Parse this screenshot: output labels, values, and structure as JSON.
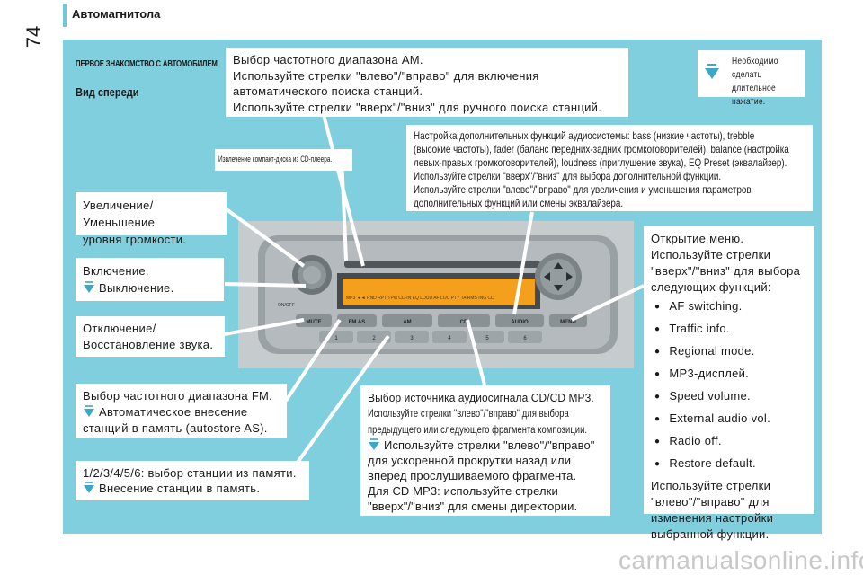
{
  "header": {
    "title": "Автомагнитола",
    "page_number": "74"
  },
  "section": {
    "title": "ПЕРВОЕ ЗНАКОМСТВО С АВТОМОБИЛЕМ",
    "subtitle": "Вид спереди"
  },
  "note": {
    "icon": "long-press-icon",
    "text": "Необходимо сделать длительное нажатие."
  },
  "callouts": {
    "am": [
      "Выбор частотного диапазона AM.",
      "Используйте стрелки \"влево\"/\"вправо\" для включения",
      "автоматического поиска станций.",
      "Используйте стрелки \"вверх\"/\"вниз\" для ручного поиска станций."
    ],
    "eject": "Извлечение компакт-диска из CD-плеера.",
    "audio_settings": [
      "Настройка дополнительных функций аудиосистемы: bass (низкие частоты), trebble",
      "(высокие частоты), fader (баланс передних-задних громкоговорителей), balance (настройка",
      "левых-правых громкоговорителей), loudness (приглушение звука), EQ Preset (эквалайзер).",
      "Используйте стрелки \"вверх\"/\"вниз\" для выбора дополнительной функции.",
      "Используйте стрелки \"влево\"/\"вправо\" для увеличения и уменьшения параметров",
      "дополнительных функций или смены эквалайзера."
    ],
    "volume": [
      "Увеличение/Уменьшение",
      "уровня громкости."
    ],
    "power_on": "Включение.",
    "power_off": "Выключение.",
    "mute": [
      "Отключение/",
      "Восстановление звука."
    ],
    "fm": [
      "Выбор частотного диапазона FM.",
      "Автоматическое внесение",
      "станций в память (autostore AS)."
    ],
    "presets_line1": "1/2/3/4/5/6: выбор станции из памяти.",
    "presets_line2": "Внесение станции в память.",
    "source": {
      "line1": "Выбор источника аудиосигнала CD/CD MP3.",
      "line2": "Используйте стрелки \"влево\"/\"вправо\" для выбора",
      "line3": "предыдущего или следующего фрагмента композиции.",
      "line4": "Используйте стрелки \"влево\"/\"вправо\"",
      "line5": "для ускоренной прокрутки назад или",
      "line6": "вперед прослушиваемого фрагмента.",
      "line7": "Для CD MP3: используйте стрелки",
      "line8": "\"вверх\"/\"вниз\" для смены директории."
    },
    "menu": {
      "intro": [
        "Открытие меню.",
        "Используйте стрелки",
        "\"вверх\"/\"вниз\" для выбора",
        "следующих функций:"
      ],
      "items": [
        "AF switching.",
        "Traffic info.",
        "Regional mode.",
        "MP3-дисплей.",
        "Speed volume.",
        "External audio vol.",
        "Radio off.",
        "Restore default."
      ],
      "outro": [
        "Используйте стрелки",
        "\"влево\"/\"вправо\" для",
        "изменения настройки",
        "выбранной функции."
      ]
    }
  },
  "radio": {
    "buttons": [
      "MUTE",
      "FM AS",
      "AM",
      "CD",
      "AUDIO",
      "MENU"
    ],
    "presets": [
      "1",
      "2",
      "3",
      "4",
      "5",
      "6"
    ],
    "power_label": "ON/OFF",
    "display_text": "MP3 ◄◄ RND RPT TPM CD-IN EQ LOUD AF LOC PTY TA RMS ING CD"
  },
  "watermark": "carmanualsonline.info",
  "colors": {
    "panel": "#7fcfde",
    "accent": "#3aa7c6",
    "display": "#f7a21b"
  }
}
